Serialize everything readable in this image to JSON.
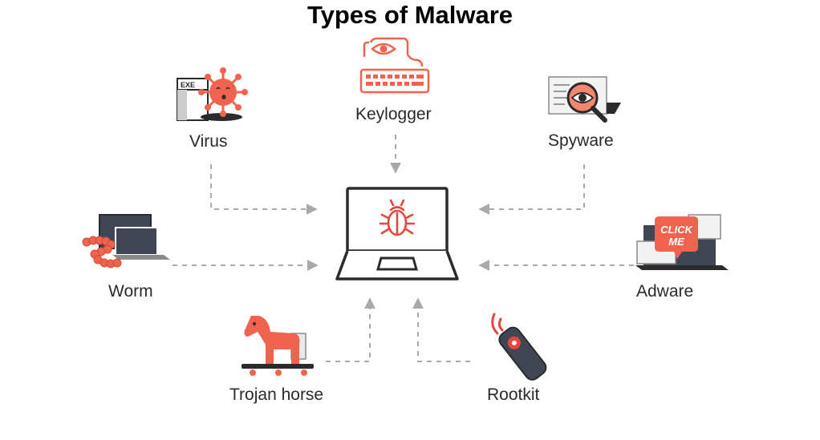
{
  "title": "Types of Malware",
  "colors": {
    "accent": "#f0644f",
    "accent_light": "#f6866f",
    "stroke": "#2b2b2b",
    "connector": "#a9a9a9",
    "background": "#ffffff"
  },
  "center": {
    "icon": "laptop-bug-icon"
  },
  "nodes": [
    {
      "id": "virus",
      "label": "Virus",
      "icon": "virus-exe-icon"
    },
    {
      "id": "keylogger",
      "label": "Keylogger",
      "icon": "keyboard-eye-icon"
    },
    {
      "id": "spyware",
      "label": "Spyware",
      "icon": "magnifier-eye-icon"
    },
    {
      "id": "worm",
      "label": "Worm",
      "icon": "worm-laptop-icon"
    },
    {
      "id": "adware",
      "label": "Adware",
      "icon": "click-me-ad-icon",
      "badge_line1": "CLICK",
      "badge_line2": "ME"
    },
    {
      "id": "trojan",
      "label": "Trojan horse",
      "icon": "trojan-horse-icon"
    },
    {
      "id": "rootkit",
      "label": "Rootkit",
      "icon": "remote-signal-icon"
    }
  ]
}
